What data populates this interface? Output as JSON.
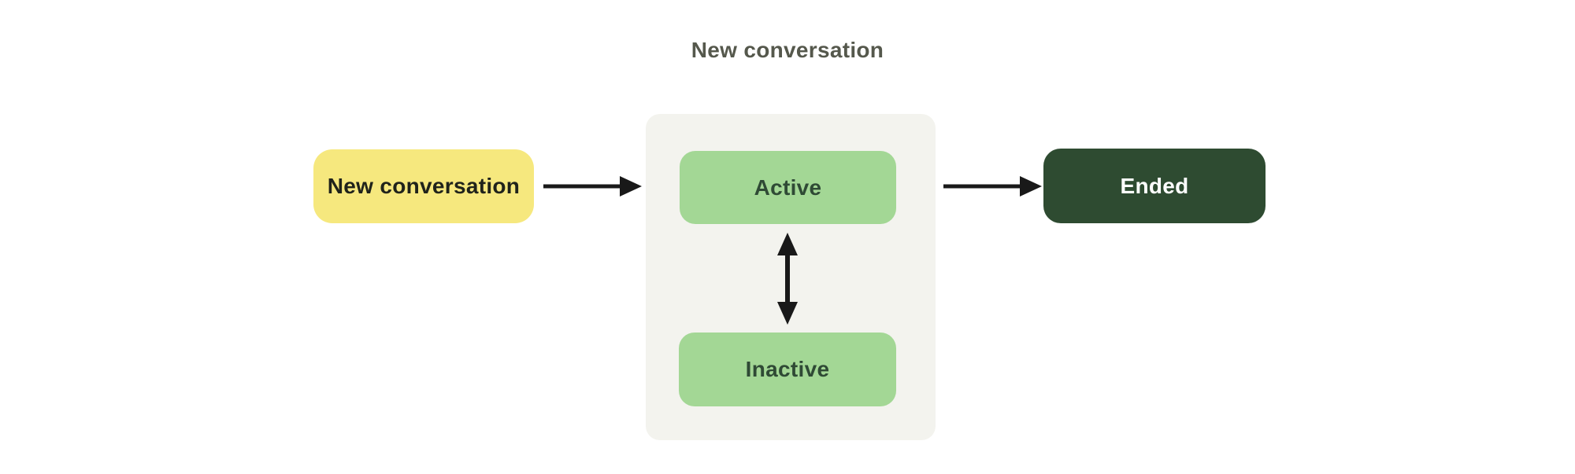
{
  "page": {
    "title": "New conversation",
    "background_color": "#ffffff",
    "title_color": "#55584c"
  },
  "diagram": {
    "type": "state-flow",
    "nodes": [
      {
        "id": "new-conversation",
        "label": "New conversation",
        "fill": "#f6e87e",
        "text_color": "#20231b"
      },
      {
        "id": "active",
        "label": "Active",
        "fill": "#a3d795",
        "text_color": "#2f4a35"
      },
      {
        "id": "inactive",
        "label": "Inactive",
        "fill": "#a3d795",
        "text_color": "#2f4a35"
      },
      {
        "id": "ended",
        "label": "Ended",
        "fill": "#2e4b31",
        "text_color": "#ffffff"
      }
    ],
    "container": {
      "id": "conversation-states-group",
      "fill": "#f3f3ee",
      "contains": [
        "active",
        "inactive"
      ]
    },
    "edges": [
      {
        "from": "new-conversation",
        "to": "conversation-states-group",
        "direction": "right",
        "style": "arrow"
      },
      {
        "from": "active",
        "to": "inactive",
        "direction": "vertical",
        "style": "double-arrow"
      },
      {
        "from": "conversation-states-group",
        "to": "ended",
        "direction": "right",
        "style": "arrow"
      }
    ],
    "arrow_color": "#191919"
  }
}
